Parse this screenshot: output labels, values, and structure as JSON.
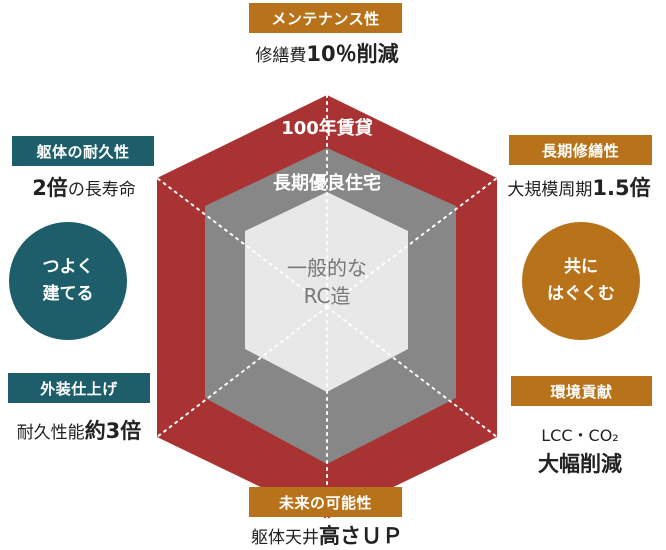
{
  "center": {
    "line1": "一般的な",
    "line2": "RC造"
  },
  "ring_outer": "100年賃貸",
  "ring_middle": "長期優良住宅",
  "top": {
    "label": "メンテナンス性",
    "text_pre": "修繕費",
    "text_bold": "10％削減"
  },
  "top_right": {
    "label": "長期修繕性",
    "text_pre": "大規模周期",
    "text_bold": "1.5倍"
  },
  "bottom_right": {
    "label": "環境貢献",
    "line1": "LCC・CO₂",
    "line2": "大幅削減"
  },
  "bottom": {
    "label": "未来の可能性",
    "text_pre": "躯体天井",
    "text_bold": "高さＵＰ"
  },
  "bottom_left": {
    "label": "外装仕上げ",
    "text_pre": "耐久性能",
    "text_bold": "約3倍"
  },
  "top_left": {
    "label": "躯体の耐久性",
    "text_bold": "2倍",
    "text_post": "の長寿命"
  },
  "circle_left": {
    "line1": "つよく",
    "line2": "建てる"
  },
  "circle_right": {
    "line1": "共に",
    "line2": "はぐくむ"
  },
  "colors": {
    "outer_hex": "#a93333",
    "middle_hex": "#878787",
    "inner_hex": "#e8e8e8",
    "gold": "#b8731a",
    "teal": "#1e5e6b"
  }
}
